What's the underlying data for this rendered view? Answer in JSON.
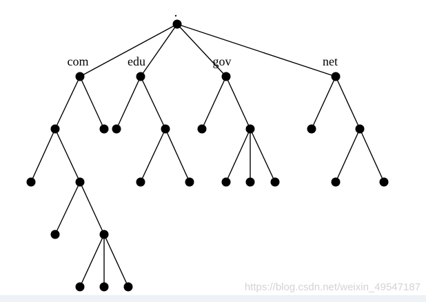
{
  "diagram": {
    "root_label": ".",
    "domains": [
      {
        "id": "com",
        "label": "com"
      },
      {
        "id": "edu",
        "label": "edu"
      },
      {
        "id": "gov",
        "label": "gov"
      },
      {
        "id": "net",
        "label": "net"
      }
    ],
    "edges": [
      [
        "root",
        "com"
      ],
      [
        "root",
        "edu"
      ],
      [
        "root",
        "gov"
      ],
      [
        "root",
        "net"
      ],
      [
        "com",
        "com_a"
      ],
      [
        "com",
        "com_b"
      ],
      [
        "com_a",
        "com_a1"
      ],
      [
        "com_a",
        "com_a2"
      ],
      [
        "com_a2",
        "com_a2a"
      ],
      [
        "com_a2",
        "com_a2b"
      ],
      [
        "com_a2b",
        "com_a2b1"
      ],
      [
        "com_a2b",
        "com_a2b2"
      ],
      [
        "com_a2b",
        "com_a2b3"
      ],
      [
        "edu",
        "edu_a"
      ],
      [
        "edu",
        "edu_b"
      ],
      [
        "edu_b",
        "edu_b1"
      ],
      [
        "edu_b",
        "edu_b2"
      ],
      [
        "gov",
        "gov_a"
      ],
      [
        "gov",
        "gov_b"
      ],
      [
        "gov_b",
        "gov_b1"
      ],
      [
        "gov_b",
        "gov_b2"
      ],
      [
        "gov_b",
        "gov_b3"
      ],
      [
        "net",
        "net_a"
      ],
      [
        "net",
        "net_b"
      ],
      [
        "net_b",
        "net_b1"
      ],
      [
        "net_b",
        "net_b2"
      ]
    ]
  },
  "watermark": "https://blog.csdn.net/weixin_49547187",
  "colors": {
    "line": "#000000",
    "node": "#000000",
    "background": "#ffffff",
    "watermark": "#d3d3d3",
    "bottom_strip": "#eef2f6"
  }
}
